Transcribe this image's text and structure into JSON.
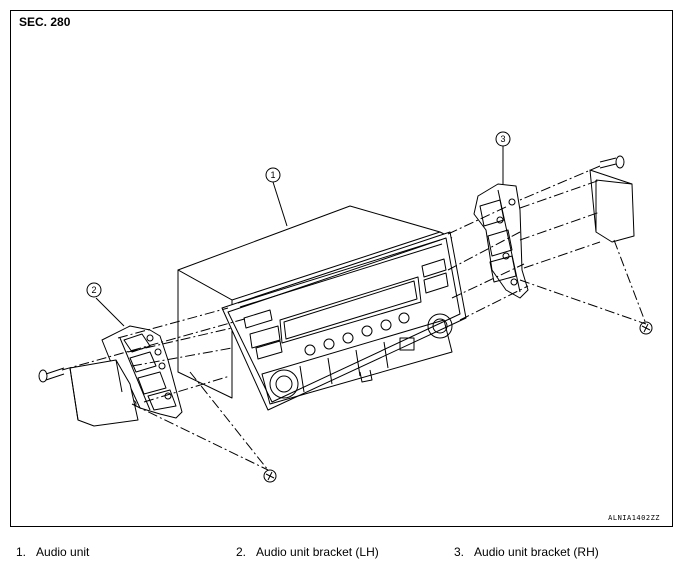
{
  "section_label": "SEC. 280",
  "image_code": "ALNIA1402ZZ",
  "callouts": [
    "1",
    "2",
    "3"
  ],
  "legend": [
    {
      "num": "1.",
      "label": "Audio unit"
    },
    {
      "num": "2.",
      "label": "Audio unit bracket (LH)"
    },
    {
      "num": "3.",
      "label": "Audio unit bracket (RH)"
    }
  ]
}
